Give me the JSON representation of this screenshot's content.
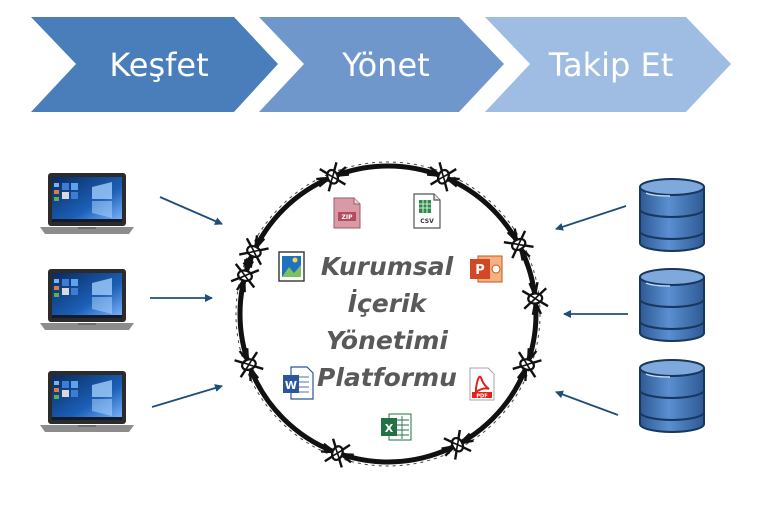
{
  "steps": [
    {
      "label": "Keşfet",
      "color": "#4a7ebb"
    },
    {
      "label": "Yönet",
      "color": "#6f97cc"
    },
    {
      "label": "Takip Et",
      "color": "#9fbde3"
    }
  ],
  "center": {
    "lines": [
      "Kurumsal",
      "İçerik",
      "Yönetimi",
      "Platformu"
    ]
  },
  "file_icons": {
    "zip": "ZIP",
    "csv": "CSV",
    "ppt": "P",
    "pdf": "PDF",
    "word": "W",
    "excel": "X"
  },
  "colors": {
    "arrow": "#1f4e79",
    "wire": "#111111",
    "database": "#4a7ebb",
    "ppt": "#d24726",
    "pdf": "#e2231a",
    "word": "#2b579a",
    "excel": "#217346"
  }
}
